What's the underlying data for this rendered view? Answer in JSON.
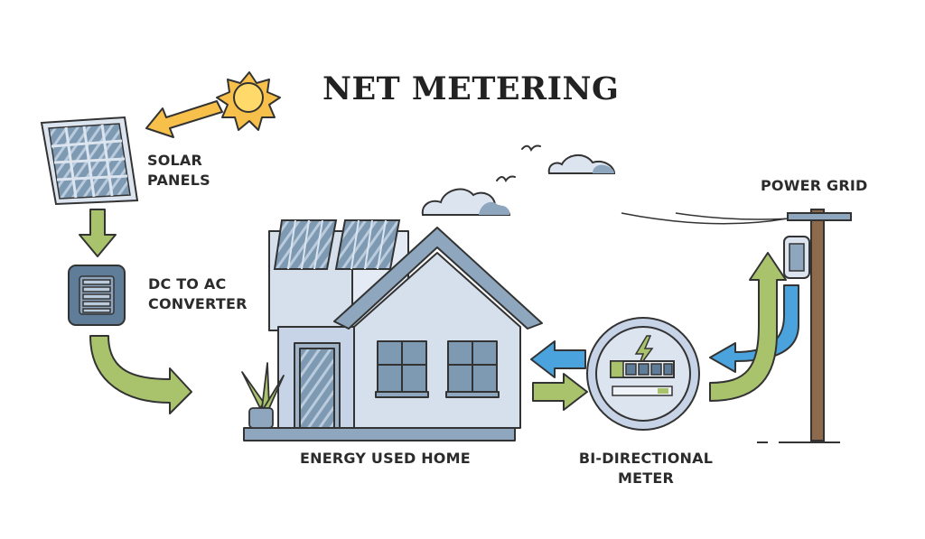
{
  "title": "NET METERING",
  "labels": {
    "solar_panels": [
      "SOLAR",
      "PANELS"
    ],
    "converter": [
      "DC TO AC",
      "CONVERTER"
    ],
    "power_grid": "POWER GRID",
    "home": "ENERGY USED HOME",
    "meter": [
      "BI-DIRECTIONAL",
      "METER"
    ]
  },
  "colors": {
    "sun": "#f6c04a",
    "panel": "#5f7d98",
    "green_arrow": "#a9c36c",
    "blue_arrow": "#4aa3dc",
    "house": "#c7d3e6",
    "pole": "#8d6a4c"
  },
  "icons": [
    "sun-icon",
    "solar-panel-icon",
    "converter-icon",
    "house-icon",
    "meter-icon",
    "power-pole-icon",
    "cloud-icon",
    "bird-icon",
    "plant-icon"
  ]
}
